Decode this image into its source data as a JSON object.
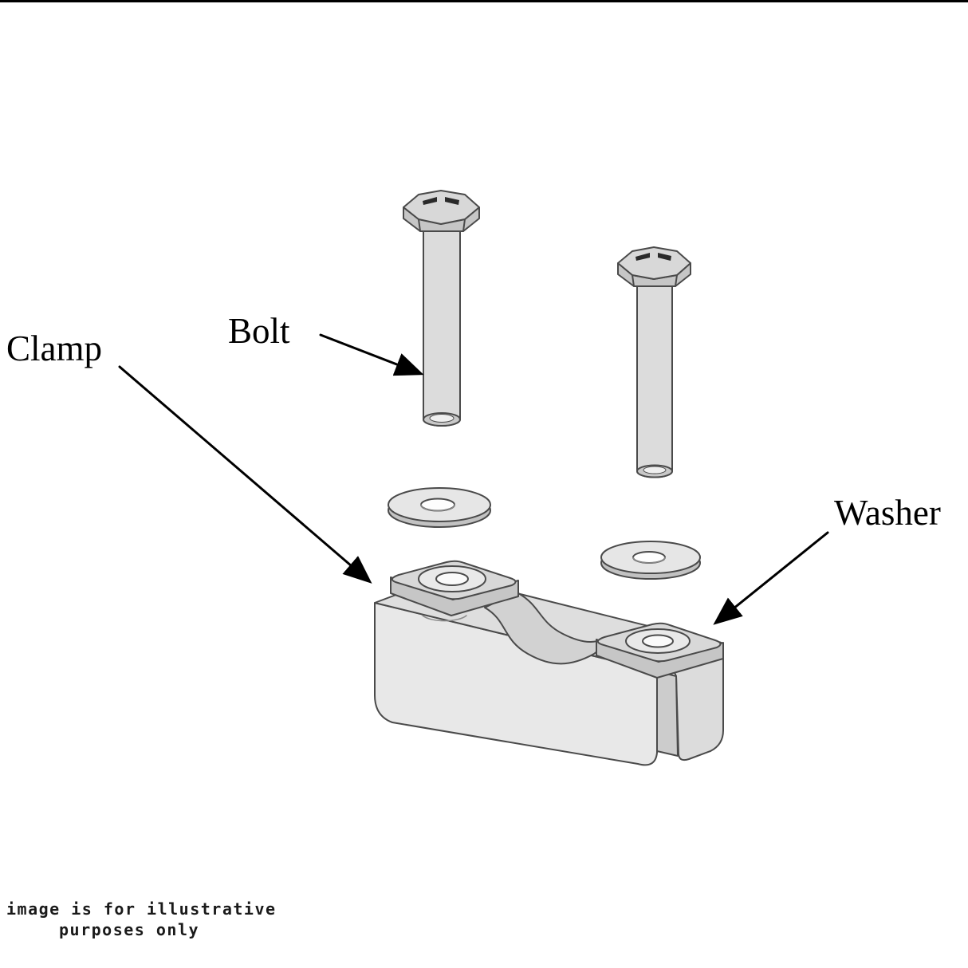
{
  "diagram": {
    "labels": {
      "clamp": "Clamp",
      "bolt": "Bolt",
      "washer": "Washer"
    },
    "disclaimer": {
      "line1": "image is for illustrative",
      "line2": "purposes only"
    },
    "colors": {
      "background": "#ffffff",
      "outline": "#4a4a4a",
      "arrow": "#000000",
      "fill_light": "#e8e8e8",
      "fill_mid": "#d6d6d6",
      "fill_dark": "#c2c2c2"
    }
  }
}
